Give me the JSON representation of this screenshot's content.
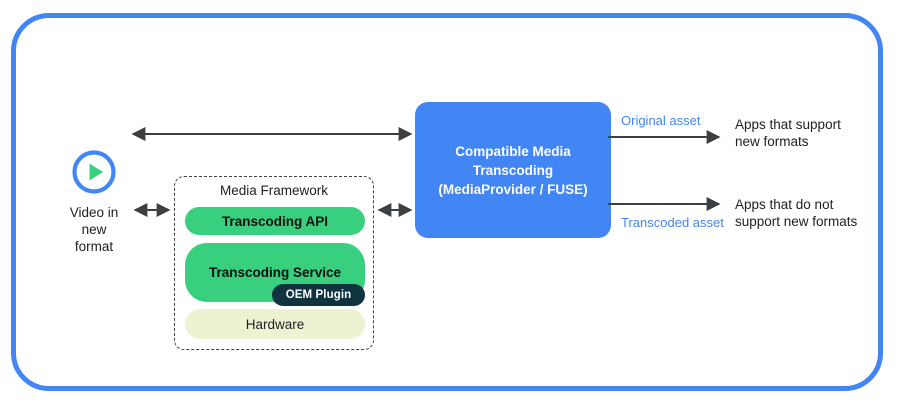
{
  "frame": {
    "accent_color": "#4285F4"
  },
  "source": {
    "icon": "play-circle-icon",
    "label": "Video in\nnew\nformat",
    "icon_ring_color": "#4285F4",
    "icon_triangle_color": "#38D07F"
  },
  "media_framework": {
    "title": "Media Framework",
    "layers": [
      {
        "name": "transcoding-api",
        "label": "Transcoding API",
        "color": "#38D07F"
      },
      {
        "name": "transcoding-service",
        "label": "Transcoding Service",
        "color": "#38D07F"
      },
      {
        "name": "hardware",
        "label": "Hardware",
        "color": "#EDF2D2"
      }
    ],
    "badge": {
      "label": "OEM Plugin",
      "color": "#0F3440"
    }
  },
  "cmt": {
    "label": "Compatible Media\nTranscoding\n(MediaProvider / FUSE)",
    "color": "#4285F4"
  },
  "outputs": [
    {
      "asset_label": "Original asset",
      "consumer_label": "Apps that support\nnew formats"
    },
    {
      "asset_label": "Transcoded asset",
      "consumer_label": "Apps that do not\nsupport new formats"
    }
  ],
  "arrows": {
    "top_bidirectional": "double",
    "video_to_framework": "double",
    "framework_to_cmt": "double",
    "cmt_to_apps_1": "single",
    "cmt_to_apps_2": "single"
  }
}
